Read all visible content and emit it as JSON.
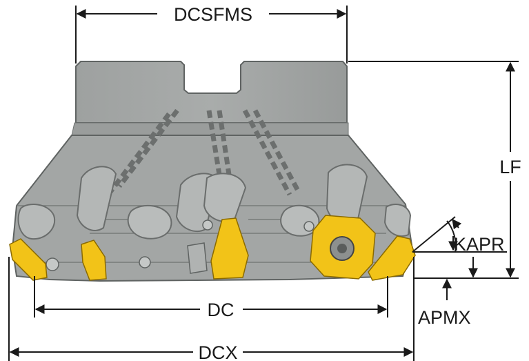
{
  "labels": {
    "dcsfms": "DCSFMS",
    "lf": "LF",
    "kapr": "KAPR",
    "apmx": "APMX",
    "dc": "DC",
    "dcx": "DCX"
  },
  "colors": {
    "body": "#a3a6a5",
    "body_dark": "#8d908f",
    "body_light": "#b9bcbb",
    "outline": "#5f6362",
    "insert": "#f2c318",
    "insert_dark": "#c99a06",
    "line": "#1a1a1a"
  }
}
